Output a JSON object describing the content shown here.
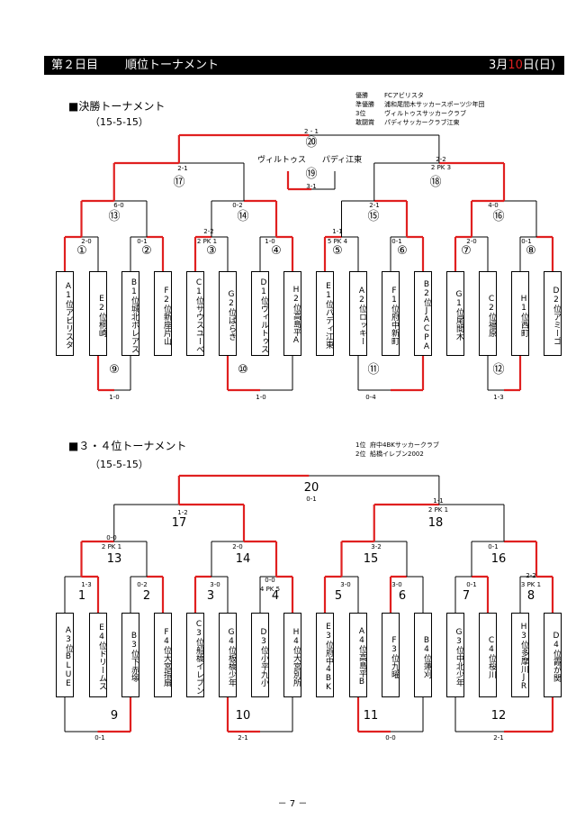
{
  "header": {
    "day": "第２日目",
    "title": "順位トーナメント",
    "date_month": "3月",
    "date_day": "10",
    "date_suffix": "日(日)"
  },
  "final": {
    "title": "■決勝トーナメント",
    "format": "（15-5-15）",
    "results": [
      {
        "label": "優勝",
        "team": "FCアビリスタ"
      },
      {
        "label": "準優勝",
        "team": "浦和尾間木サッカースポーツ少年団"
      },
      {
        "label": "3位",
        "team": "ヴィルトゥスサッカークラブ"
      },
      {
        "label": "敢闘賞",
        "team": "パディサッカークラブ江東"
      }
    ],
    "teams": [
      "A1位アビリスタ",
      "E2位桐崎",
      "B1位城北ボレアス",
      "F2位新座片山",
      "C1位サウスユーベ",
      "G2位ぱらき",
      "D1位ヴィルトゥス",
      "H2位高島平A",
      "E1位パディ江東",
      "A2位ロッキー",
      "F1位府中新町",
      "B2位JACPA",
      "G1位尾間木",
      "C2位福原",
      "H1位西町",
      "D2位アミーゴ"
    ],
    "match_numbers": [
      "①",
      "②",
      "③",
      "④",
      "⑤",
      "⑥",
      "⑦",
      "⑧",
      "⑨",
      "⑩",
      "⑪",
      "⑫",
      "⑬",
      "⑭",
      "⑮",
      "⑯",
      "⑰",
      "⑱",
      "⑲",
      "⑳"
    ],
    "scores": {
      "m1": "2-0",
      "m2": "0-1",
      "m3": "2 PK 1",
      "m4": "1-0",
      "m5": "5 PK 4",
      "m6": "0-1",
      "m7": "2-0",
      "m8": "0-1",
      "m5_top": "1-1",
      "m3_top": "2-2",
      "m9": "1-0",
      "m10": "1-0",
      "m11": "0-4",
      "m12": "1-3",
      "m13": "6-0",
      "m14": "0-2",
      "m15": "2-1",
      "m16": "4-0",
      "m17": "2-1",
      "m18_a": "2-2",
      "m18_b": "2 PK 3",
      "m19": "3-1",
      "m20": "2 - 1"
    },
    "m19_left": "ヴィルトゥス",
    "m19_right": "パディ江東"
  },
  "third": {
    "title": "■３・４位トーナメント",
    "format": "（15-5-15）",
    "results": [
      {
        "label": "1位",
        "team": "府中4BKサッカークラブ"
      },
      {
        "label": "2位",
        "team": "船橋イレブン2002"
      }
    ],
    "teams": [
      "A3位BLUE",
      "E4位ドリームス",
      "B3位下赤塚",
      "F4位大宮指扇",
      "C3位船橋イレブン",
      "G4位板橋少年",
      "D3位小平九小",
      "H4位大宮別所",
      "E3位府中4BK",
      "A4位高島平B",
      "F3位九曜",
      "B4位蓮刈",
      "G3位中北少年",
      "C4位桜川",
      "H3位多摩川JR",
      "D4位霞が関"
    ],
    "match_numbers": [
      "1",
      "2",
      "3",
      "4",
      "5",
      "6",
      "7",
      "8",
      "9",
      "10",
      "11",
      "12",
      "13",
      "14",
      "15",
      "16",
      "17",
      "18",
      "20"
    ],
    "scores": {
      "m1": "1-3",
      "m2": "0-2",
      "m3": "3-0",
      "m4_a": "0-0",
      "m4_b": "4 PK 5",
      "m5": "3-0",
      "m6": "3-0",
      "m7": "0-1",
      "m8_a": "2-2",
      "m8_b": "3 PK 1",
      "m9": "0-1",
      "m10": "2-1",
      "m11": "0-0",
      "m12": "2-1",
      "m13_a": "0-0",
      "m13_b": "2 PK 1",
      "m14": "2-0",
      "m15": "3-2",
      "m16": "0-1",
      "m17": "1-2",
      "m18_a": "1-1",
      "m18_b": "2 PK 1",
      "m20": "0-1"
    }
  },
  "page_number": "－ 7 －"
}
